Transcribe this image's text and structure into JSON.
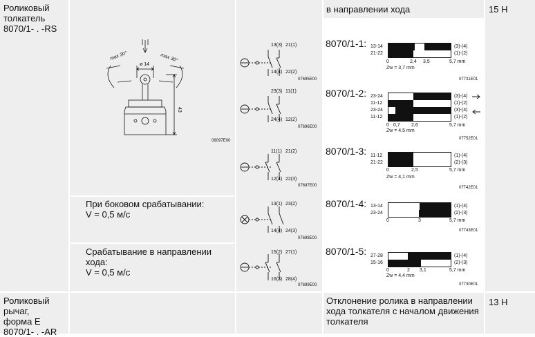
{
  "rows": [
    {
      "name": "Роликовый\nтолкатель\n8070/1- . -RS",
      "header": "в направлении хода",
      "force": "15 Н",
      "drawing_code": "08097E00",
      "dims": {
        "max_left": "max 30°",
        "max_right": "max 30°",
        "dia": "ø 14",
        "height": "43"
      }
    },
    {
      "name": "Роликовый\nрычаг,\nформа Е\n8070/1- . -AR",
      "header": "Отклонение ролика в направлении\nхода толкателя с началом движения\nтолкателя",
      "force": "13 Н"
    }
  ],
  "notes": [
    "При боковом срабатывании:\nV = 0,5 м/с",
    "Срабатывание в направлении\nхода:\nV = 0,5 м/с"
  ],
  "variants": [
    {
      "model": "8070/1-1:",
      "symbol_code": "07695E00",
      "contacts": {
        "top": [
          "13(3)",
          "21(1)"
        ],
        "bottom": [
          "14(4)",
          "22(2)"
        ]
      },
      "diagram_code": "07731E01",
      "rows": [
        {
          "left": "13-14",
          "right": "(3)-(4)"
        },
        {
          "left": "21-22",
          "right": "(1)-(2)"
        }
      ],
      "ticks": [
        "0",
        "2,4",
        "3,5",
        "5,7 mm"
      ],
      "zw": "Zw = 3,7 mm"
    },
    {
      "model": "8070/1-2:",
      "symbol_code": "07696E00",
      "contacts": {
        "top": [
          "23(3)",
          "11(1)"
        ],
        "bottom": [
          "24(4)",
          "12(2)"
        ]
      },
      "diagram_code": "07752E01",
      "rows": [
        {
          "left": "23-24",
          "right": "(3)-(4)"
        },
        {
          "left": "11-12",
          "right": "(1)-(2)"
        },
        {
          "left": "23-24",
          "right": "(3)-(4)"
        },
        {
          "left": "11-12",
          "right": "(1)-(2)"
        }
      ],
      "ticks": [
        "0",
        "0,7",
        "2,6",
        "5,7 mm"
      ],
      "zw": "Zw = 4,5 mm"
    },
    {
      "model": "8070/1-3:",
      "symbol_code": "07697E00",
      "contacts": {
        "top": [
          "11(1)",
          "21(2)"
        ],
        "bottom": [
          "12(4)",
          "22(3)"
        ]
      },
      "diagram_code": "07742E01",
      "rows": [
        {
          "left": "11-12",
          "right": "(1)-(4)"
        },
        {
          "left": "21-22",
          "right": "(2)-(3)"
        }
      ],
      "ticks": [
        "0",
        "2,5",
        "5,7 mm"
      ],
      "zw": "Zw = 4,1 mm"
    },
    {
      "model": "8070/1-4:",
      "symbol_code": "07698E00",
      "contacts": {
        "top": [
          "13(1)",
          "23(2)"
        ],
        "bottom": [
          "14(4)",
          "24(3)"
        ]
      },
      "diagram_code": "07743E01",
      "rows": [
        {
          "left": "13-14",
          "right": "(1)-(4)"
        },
        {
          "left": "23-24",
          "right": "(2)-(3)"
        }
      ],
      "ticks": [
        "0",
        "3",
        "5,7 mm"
      ],
      "zw": ""
    },
    {
      "model": "8070/1-5:",
      "symbol_code": "07699E00",
      "contacts": {
        "top": [
          "15(2)",
          "27(1)"
        ],
        "bottom": [
          "16(3)",
          "28(4)"
        ]
      },
      "diagram_code": "07730E01",
      "rows": [
        {
          "left": "27-28",
          "right": "(1)-(4)"
        },
        {
          "left": "15-16",
          "right": "(2)-(3)"
        }
      ],
      "ticks": [
        "0",
        "2",
        "3,1",
        "5,7 mm"
      ],
      "zw": "Zw = 4,4 mm"
    }
  ]
}
